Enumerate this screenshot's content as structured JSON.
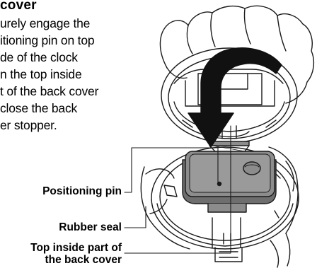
{
  "instruction": {
    "heading": "cover",
    "lines": [
      "urely engage the",
      "itioning pin on top",
      "de of the clock",
      "n the top inside",
      "t of the back cover",
      " close the back",
      "er stopper."
    ]
  },
  "callouts": {
    "positioning_pin": "Positioning pin",
    "rubber_seal": "Rubber seal",
    "top_inside_line1": "Top inside part of",
    "top_inside_line2": "the back cover"
  },
  "colors": {
    "line": "#1a1a1a",
    "module_fill": "#8c8c8c",
    "module_top": "#9a9a9a",
    "seal_fill": "#6e6e6e",
    "arrow_fill": "#111111",
    "background": "#ffffff"
  }
}
